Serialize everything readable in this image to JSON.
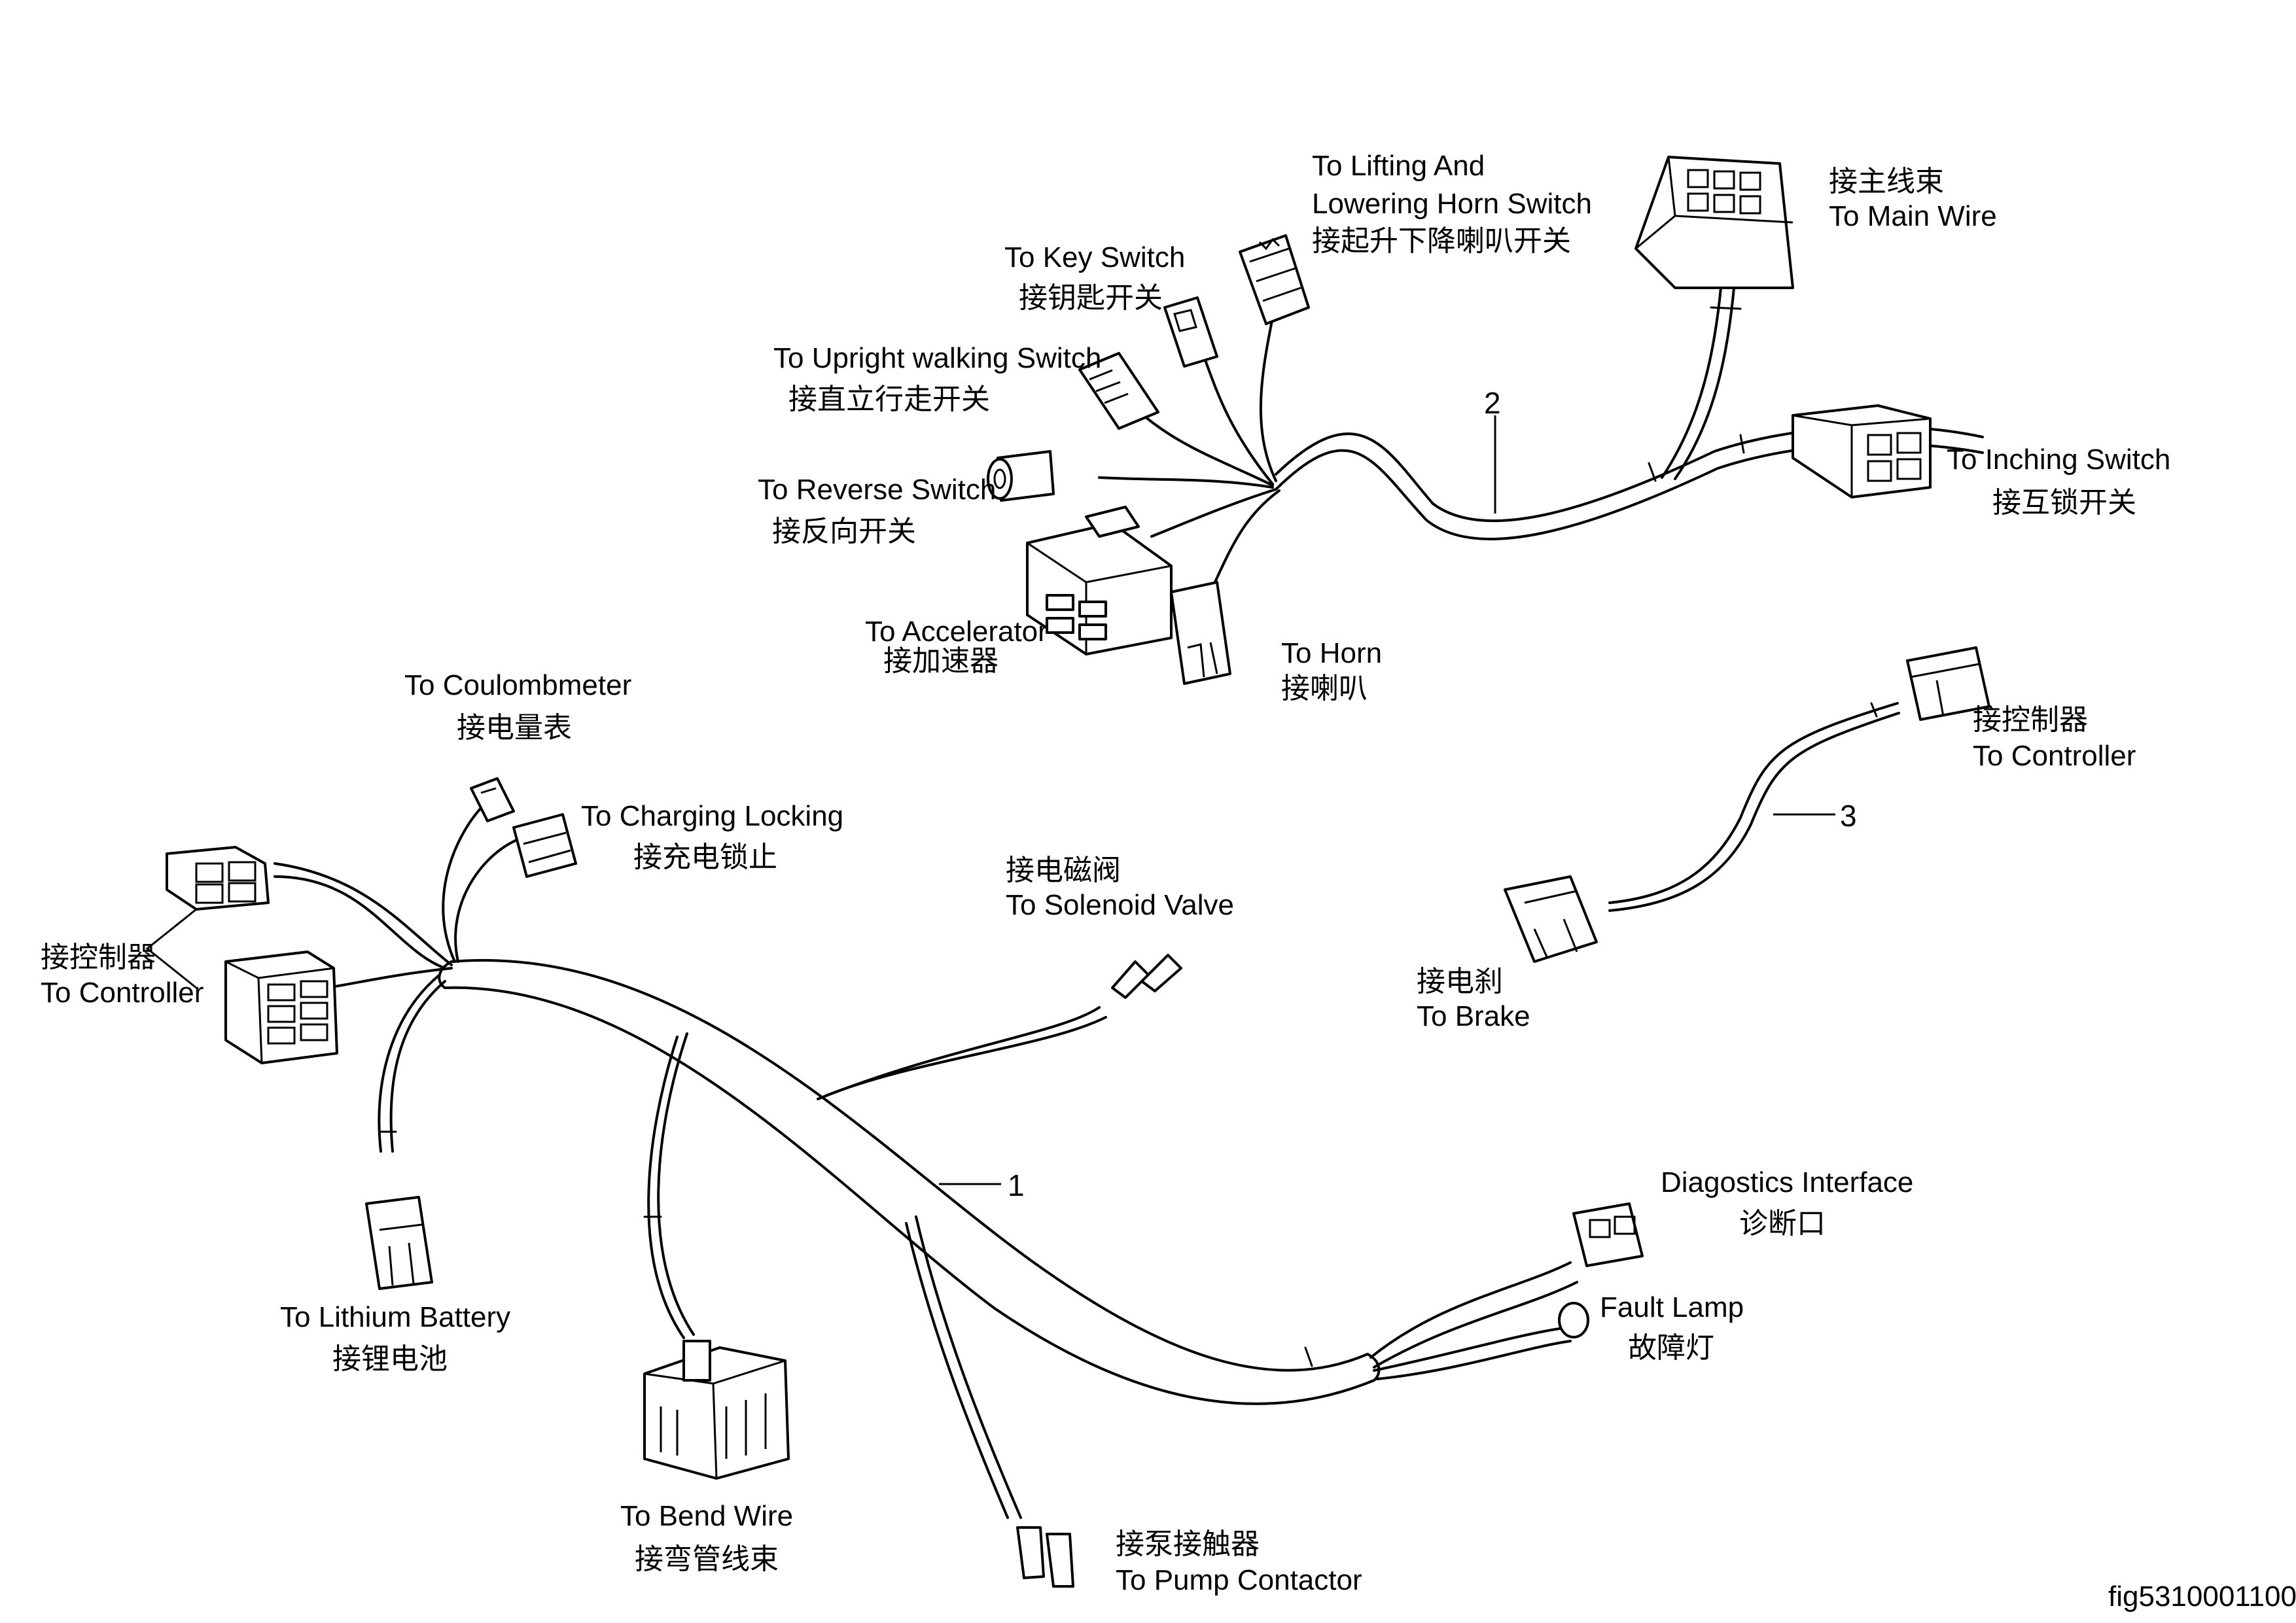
{
  "labels": {
    "lifting_horn_en_1": "To Lifting And",
    "lifting_horn_en_2": "Lowering Horn Switch",
    "lifting_horn_cn": "接起升下降喇叭开关",
    "main_wire_cn": "接主线束",
    "main_wire_en": "To Main Wire",
    "key_switch_en": "To Key Switch",
    "key_switch_cn": "接钥匙开关",
    "upright_walking_en": "To Upright walking Switch",
    "upright_walking_cn": "接直立行走开关",
    "inching_en": "To  Inching Switch",
    "inching_cn": "接互锁开关",
    "reverse_en": "To Reverse Switch",
    "reverse_cn": "接反向开关",
    "accelerator_en": "To Accelerator",
    "accelerator_cn": "接加速器",
    "horn_en": "To Horn",
    "horn_cn": "接喇叭",
    "coulombmeter_en": "To Coulombmeter",
    "coulombmeter_cn": "接电量表",
    "charging_en": "To Charging Locking",
    "charging_cn": "接充电锁止",
    "controller_left_cn": "接控制器",
    "controller_left_en": "To Controller",
    "solenoid_cn": "接电磁阀",
    "solenoid_en": "To Solenoid Valve",
    "controller_right_cn": "接控制器",
    "controller_right_en": "To Controller",
    "brake_cn": "接电刹",
    "brake_en": "To Brake",
    "lithium_en": "To Lithium Battery",
    "lithium_cn": "接锂电池",
    "diagnostics_en": "Diagostics Interface",
    "diagnostics_cn": "诊断口",
    "fault_en": "Fault Lamp",
    "fault_cn": "故障灯",
    "bend_en": "To Bend Wire",
    "bend_cn": "接弯管线束",
    "pump_cn": "接泵接触器",
    "pump_en": "To Pump Contactor",
    "item_1": "1",
    "item_2": "2",
    "item_3": "3",
    "figure_id": "fig5310001100"
  }
}
